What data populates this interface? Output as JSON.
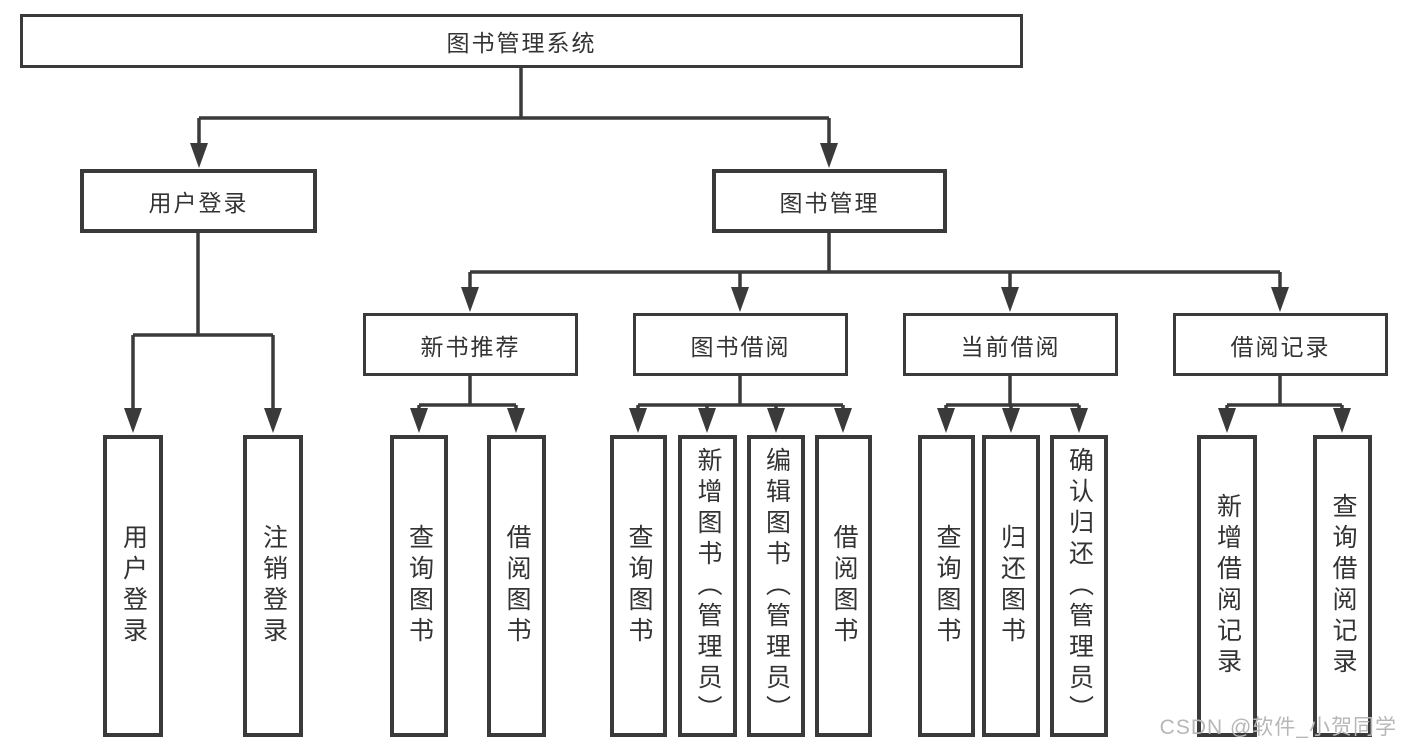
{
  "diagram": {
    "root": {
      "label": "图书管理系统"
    },
    "branches": [
      {
        "label": "用户登录",
        "children": [
          {
            "label": "用户登录"
          },
          {
            "label": "注销登录"
          }
        ]
      },
      {
        "label": "图书管理",
        "children": [
          {
            "label": "新书推荐",
            "children": [
              {
                "label": "查询图书"
              },
              {
                "label": "借阅图书"
              }
            ]
          },
          {
            "label": "图书借阅",
            "children": [
              {
                "label": "查询图书"
              },
              {
                "label": "新增图书（管理员）"
              },
              {
                "label": "编辑图书（管理员）"
              },
              {
                "label": "借阅图书"
              }
            ]
          },
          {
            "label": "当前借阅",
            "children": [
              {
                "label": "查询图书"
              },
              {
                "label": "归还图书"
              },
              {
                "label": "确认归还（管理员）"
              }
            ]
          },
          {
            "label": "借阅记录",
            "children": [
              {
                "label": "新增借阅记录"
              },
              {
                "label": "查询借阅记录"
              }
            ]
          }
        ]
      }
    ]
  },
  "watermark": {
    "text": "CSDN @软件_小贺同学",
    "color": "#b7b7b7"
  },
  "colors": {
    "line": "#3a3a3a",
    "box_fill": "#ffffff",
    "text": "#333333",
    "background": "#ffffff"
  }
}
